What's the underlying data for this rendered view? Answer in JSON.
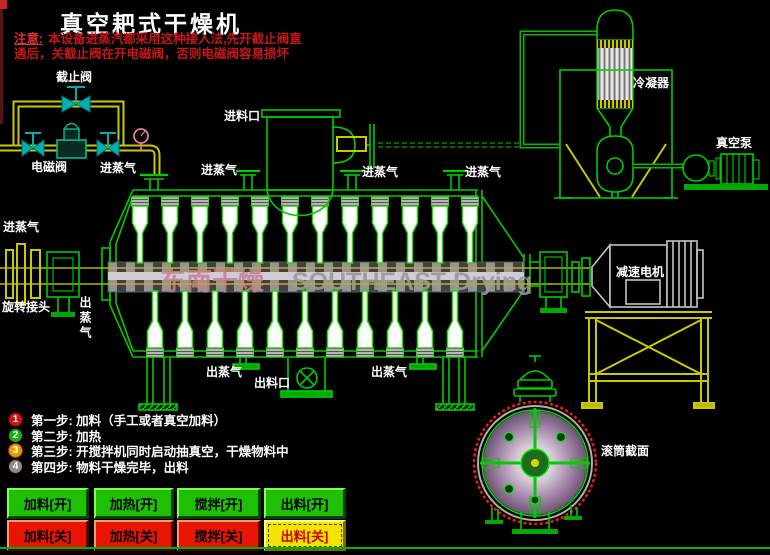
{
  "title": "真空耙式干燥机",
  "notice": {
    "prefix": "注意:",
    "line1": "本设备进蒸汽都采用这种接入法,先开截止阀直",
    "line2": "通后，关截止阀在开电磁阀，否则电磁阀容易损坏"
  },
  "labels": {
    "stop_valve": "截止阀",
    "solenoid_valve": "电磁阀",
    "feed_inlet": "进料口",
    "steam_in": "进蒸气",
    "steam_out": "出蒸气",
    "rotary_joint": "旋转接头",
    "discharge_port": "出料口",
    "condenser": "冷凝器",
    "vacuum_pump": "真空泵",
    "gear_motor": "减速电机",
    "drum_section": "滚筒截面"
  },
  "watermark": {
    "cn": "东南干燥",
    "en": "SOUTHEAST Drying"
  },
  "steps": [
    {
      "num": "1",
      "text": "第一步: 加料（手工或者真空加料）"
    },
    {
      "num": "2",
      "text": "第二步: 加热"
    },
    {
      "num": "3",
      "text": "第三步: 开搅拌机同时启动抽真空，干燥物料中"
    },
    {
      "num": "4",
      "text": "第四步: 物料干燥完毕，出料"
    }
  ],
  "buttons": {
    "on": [
      {
        "label": "加料[开]"
      },
      {
        "label": "加热[开]"
      },
      {
        "label": "搅拌[开]"
      },
      {
        "label": "出料[开]"
      }
    ],
    "off": [
      {
        "label": "加料[关]"
      },
      {
        "label": "加热[关]"
      },
      {
        "label": "搅拌[关]"
      },
      {
        "label": "出料[关]"
      }
    ]
  },
  "colors": {
    "line_green": "#00cc00",
    "pipe_yellow": "#c9c900",
    "valve_cyan": "#00b0b0",
    "alert_red": "#c91515",
    "btn_on_green": "#1fbf05",
    "btn_off_red": "#e81505",
    "btn_off_yellow": "#f2e400",
    "drum_purple": "#8a6b90"
  }
}
